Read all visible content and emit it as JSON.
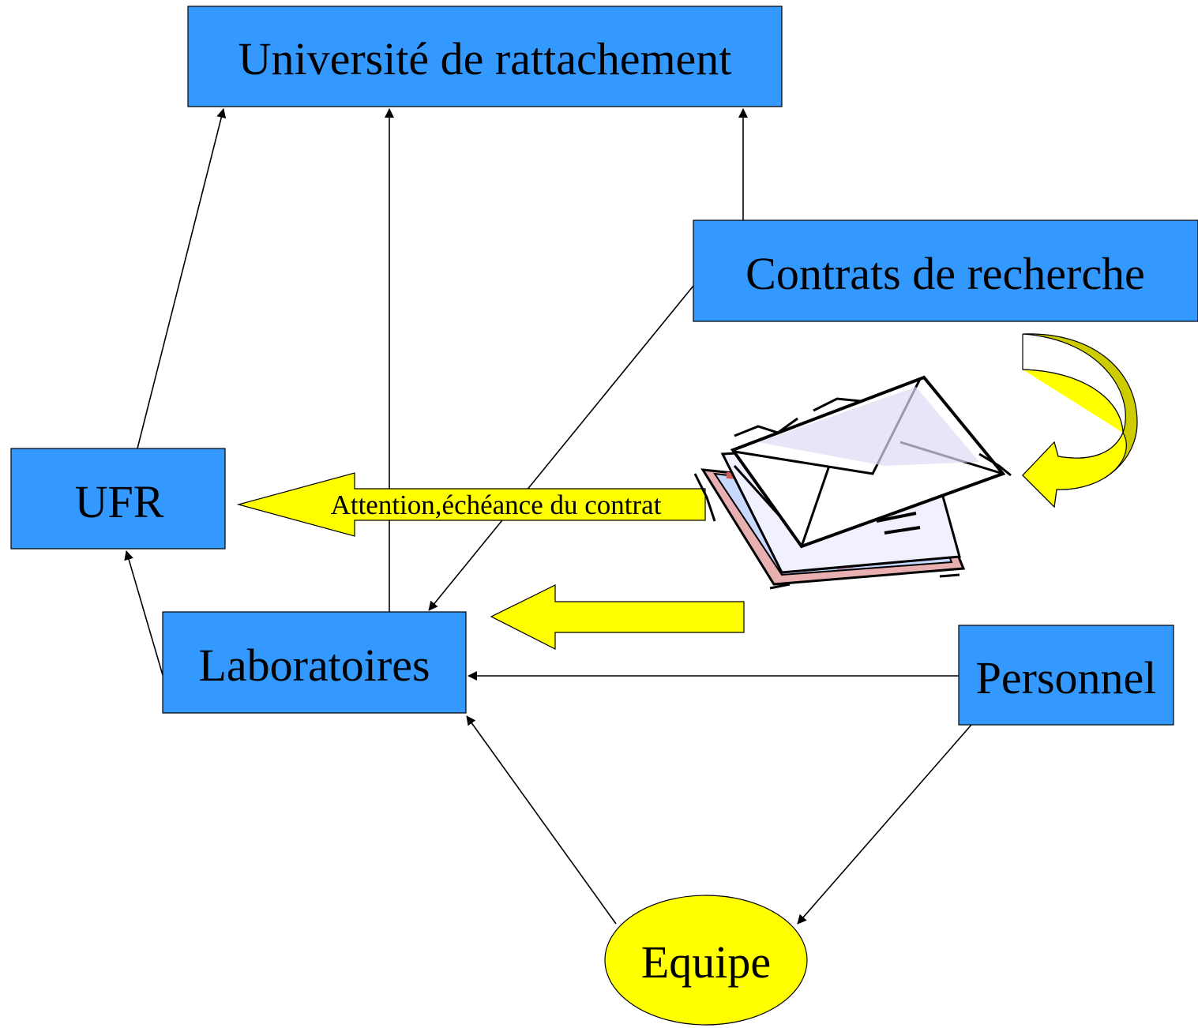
{
  "nodes": {
    "universite": {
      "label": "Université de rattachement"
    },
    "contrats": {
      "label": "Contrats de recherche"
    },
    "ufr": {
      "label": "UFR"
    },
    "laboratoires": {
      "label": "Laboratoires"
    },
    "personnel": {
      "label": "Personnel"
    },
    "equipe": {
      "label": "Equipe"
    }
  },
  "callout": {
    "label": "Attention,échéance du contrat"
  },
  "edges": [
    {
      "from": "ufr",
      "to": "universite"
    },
    {
      "from": "laboratoires",
      "to": "universite"
    },
    {
      "from": "contrats",
      "to": "universite"
    },
    {
      "from": "contrats",
      "to": "laboratoires"
    },
    {
      "from": "laboratoires",
      "to": "ufr"
    },
    {
      "from": "personnel",
      "to": "laboratoires"
    },
    {
      "from": "personnel",
      "to": "equipe"
    },
    {
      "from": "equipe",
      "to": "laboratoires"
    }
  ],
  "icons": [
    "envelope-mail-icon",
    "curved-arrow-icon",
    "block-arrow-icon"
  ],
  "colors": {
    "box_fill": "#3399ff",
    "ellipse_fill": "#ffff00",
    "arrow_fill": "#ffff00",
    "curved_arrow_fill": "#cccc00",
    "line": "#000000"
  }
}
